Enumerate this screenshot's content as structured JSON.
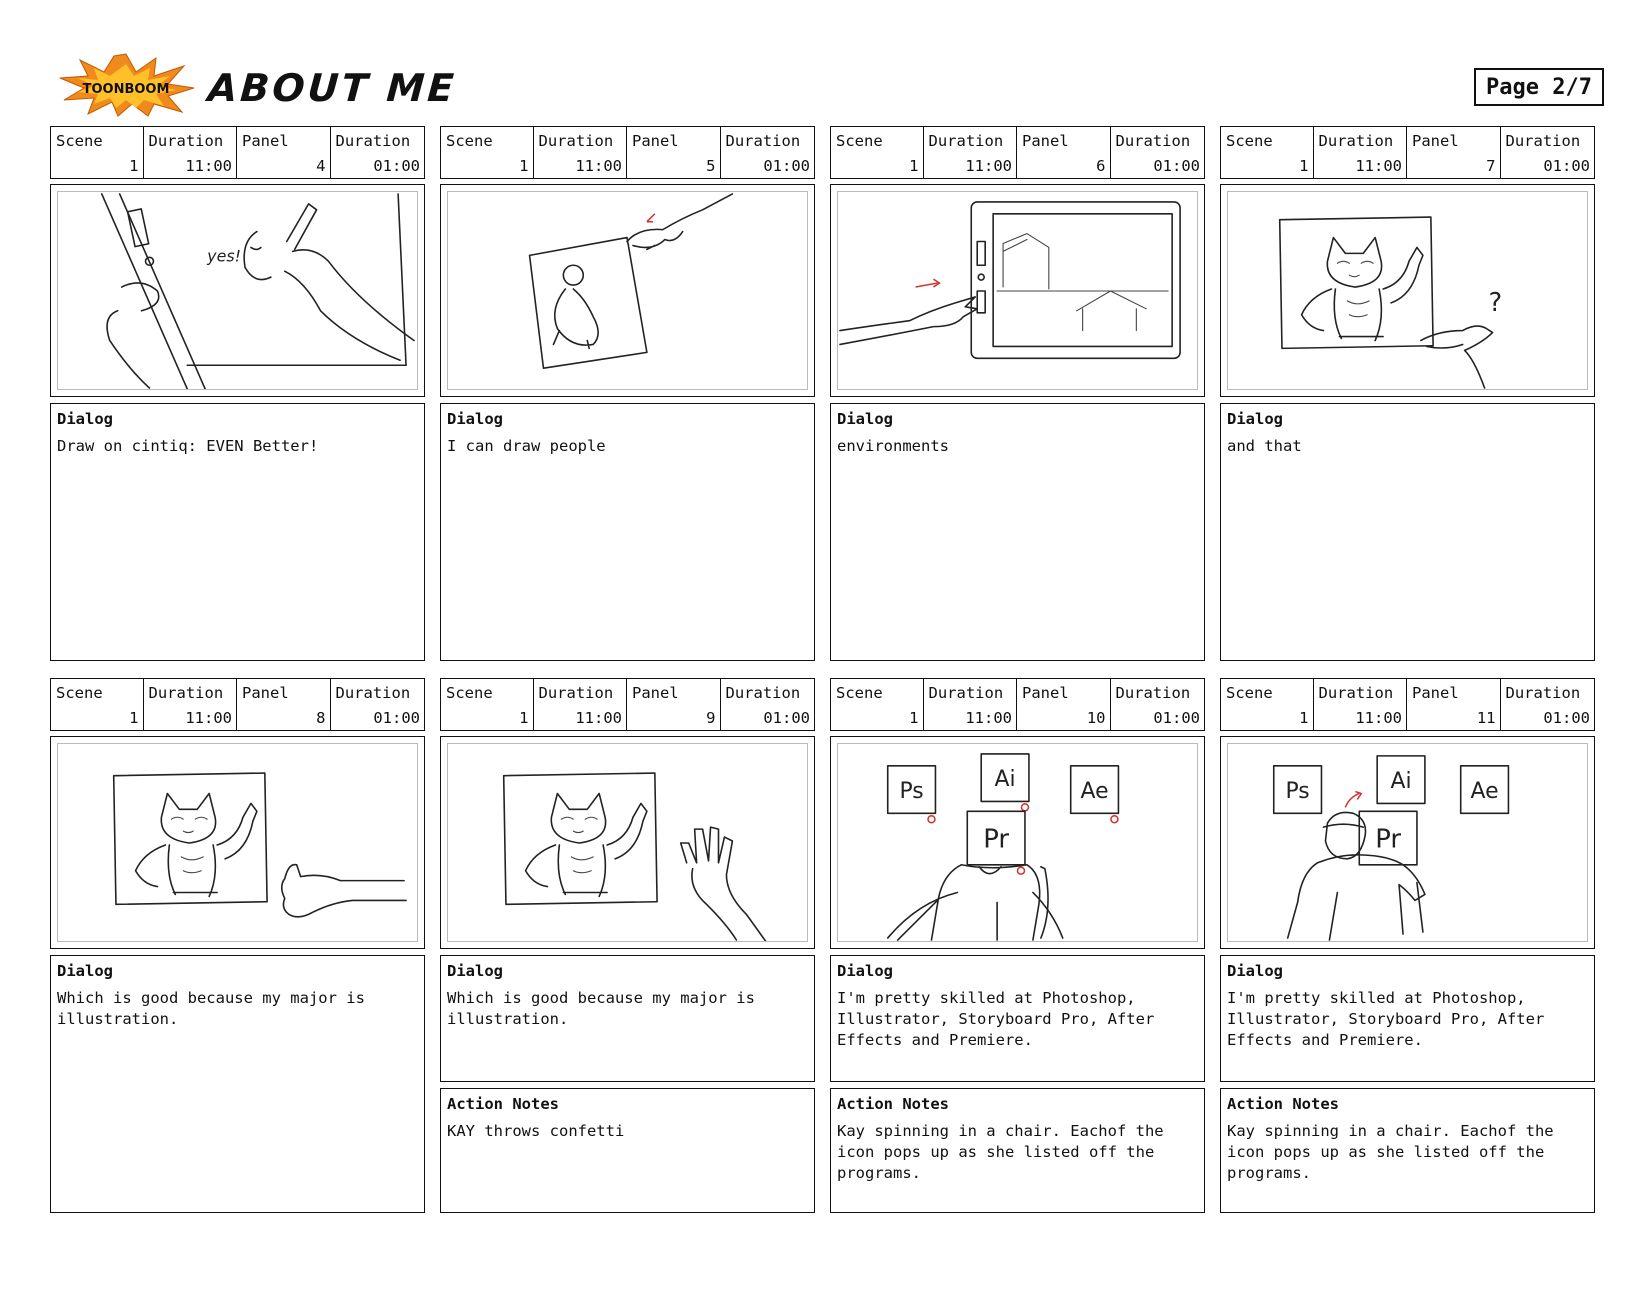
{
  "header": {
    "logo_text": "TOONBOOM",
    "title": "ABOUT ME",
    "page": "Page 2/7"
  },
  "labels": {
    "scene": "Scene",
    "duration": "Duration",
    "panel": "Panel",
    "dialog": "Dialog",
    "action_notes": "Action Notes"
  },
  "panels": [
    {
      "scene": "1",
      "scene_duration": "11:00",
      "panel": "4",
      "panel_duration": "01:00",
      "sketch": "cintiq-drawing",
      "dialog": "Draw on cintiq: EVEN Better!",
      "action_notes": ""
    },
    {
      "scene": "1",
      "scene_duration": "11:00",
      "panel": "5",
      "panel_duration": "01:00",
      "sketch": "people-drawing",
      "dialog": "I can draw people",
      "action_notes": ""
    },
    {
      "scene": "1",
      "scene_duration": "11:00",
      "panel": "6",
      "panel_duration": "01:00",
      "sketch": "environment-tablet",
      "dialog": "environments",
      "action_notes": ""
    },
    {
      "scene": "1",
      "scene_duration": "11:00",
      "panel": "7",
      "panel_duration": "01:00",
      "sketch": "cat-character-question",
      "dialog": "and that",
      "action_notes": ""
    },
    {
      "scene": "1",
      "scene_duration": "11:00",
      "panel": "8",
      "panel_duration": "01:00",
      "sketch": "cat-character-thumbsup",
      "dialog": "Which is good because my major is illustration.",
      "action_notes": ""
    },
    {
      "scene": "1",
      "scene_duration": "11:00",
      "panel": "9",
      "panel_duration": "01:00",
      "sketch": "cat-character-wave",
      "dialog": "Which is good because my major is illustration.",
      "action_notes": "KAY throws confetti"
    },
    {
      "scene": "1",
      "scene_duration": "11:00",
      "panel": "10",
      "panel_duration": "01:00",
      "sketch": "adobe-icons-chair",
      "dialog": "I'm pretty skilled at Photoshop, Illustrator, Storyboard Pro, After Effects and Premiere.",
      "action_notes": "Kay spinning in a chair. Eachof the icon pops up as she listed off the programs."
    },
    {
      "scene": "1",
      "scene_duration": "11:00",
      "panel": "11",
      "panel_duration": "01:00",
      "sketch": "adobe-icons-kay",
      "dialog": "I'm pretty skilled at Photoshop, Illustrator, Storyboard Pro, After Effects and Premiere.",
      "action_notes": "Kay spinning in a chair. Eachof the icon pops up as she listed off the programs."
    }
  ],
  "icon_labels": {
    "ps": "Ps",
    "ai": "Ai",
    "ae": "Ae",
    "pr": "Pr",
    "question": "?",
    "yes": "yes!"
  },
  "colors": {
    "logo_orange": "#f08a1c",
    "logo_yellow": "#ffc02a",
    "sketch_red": "#d0302a"
  }
}
